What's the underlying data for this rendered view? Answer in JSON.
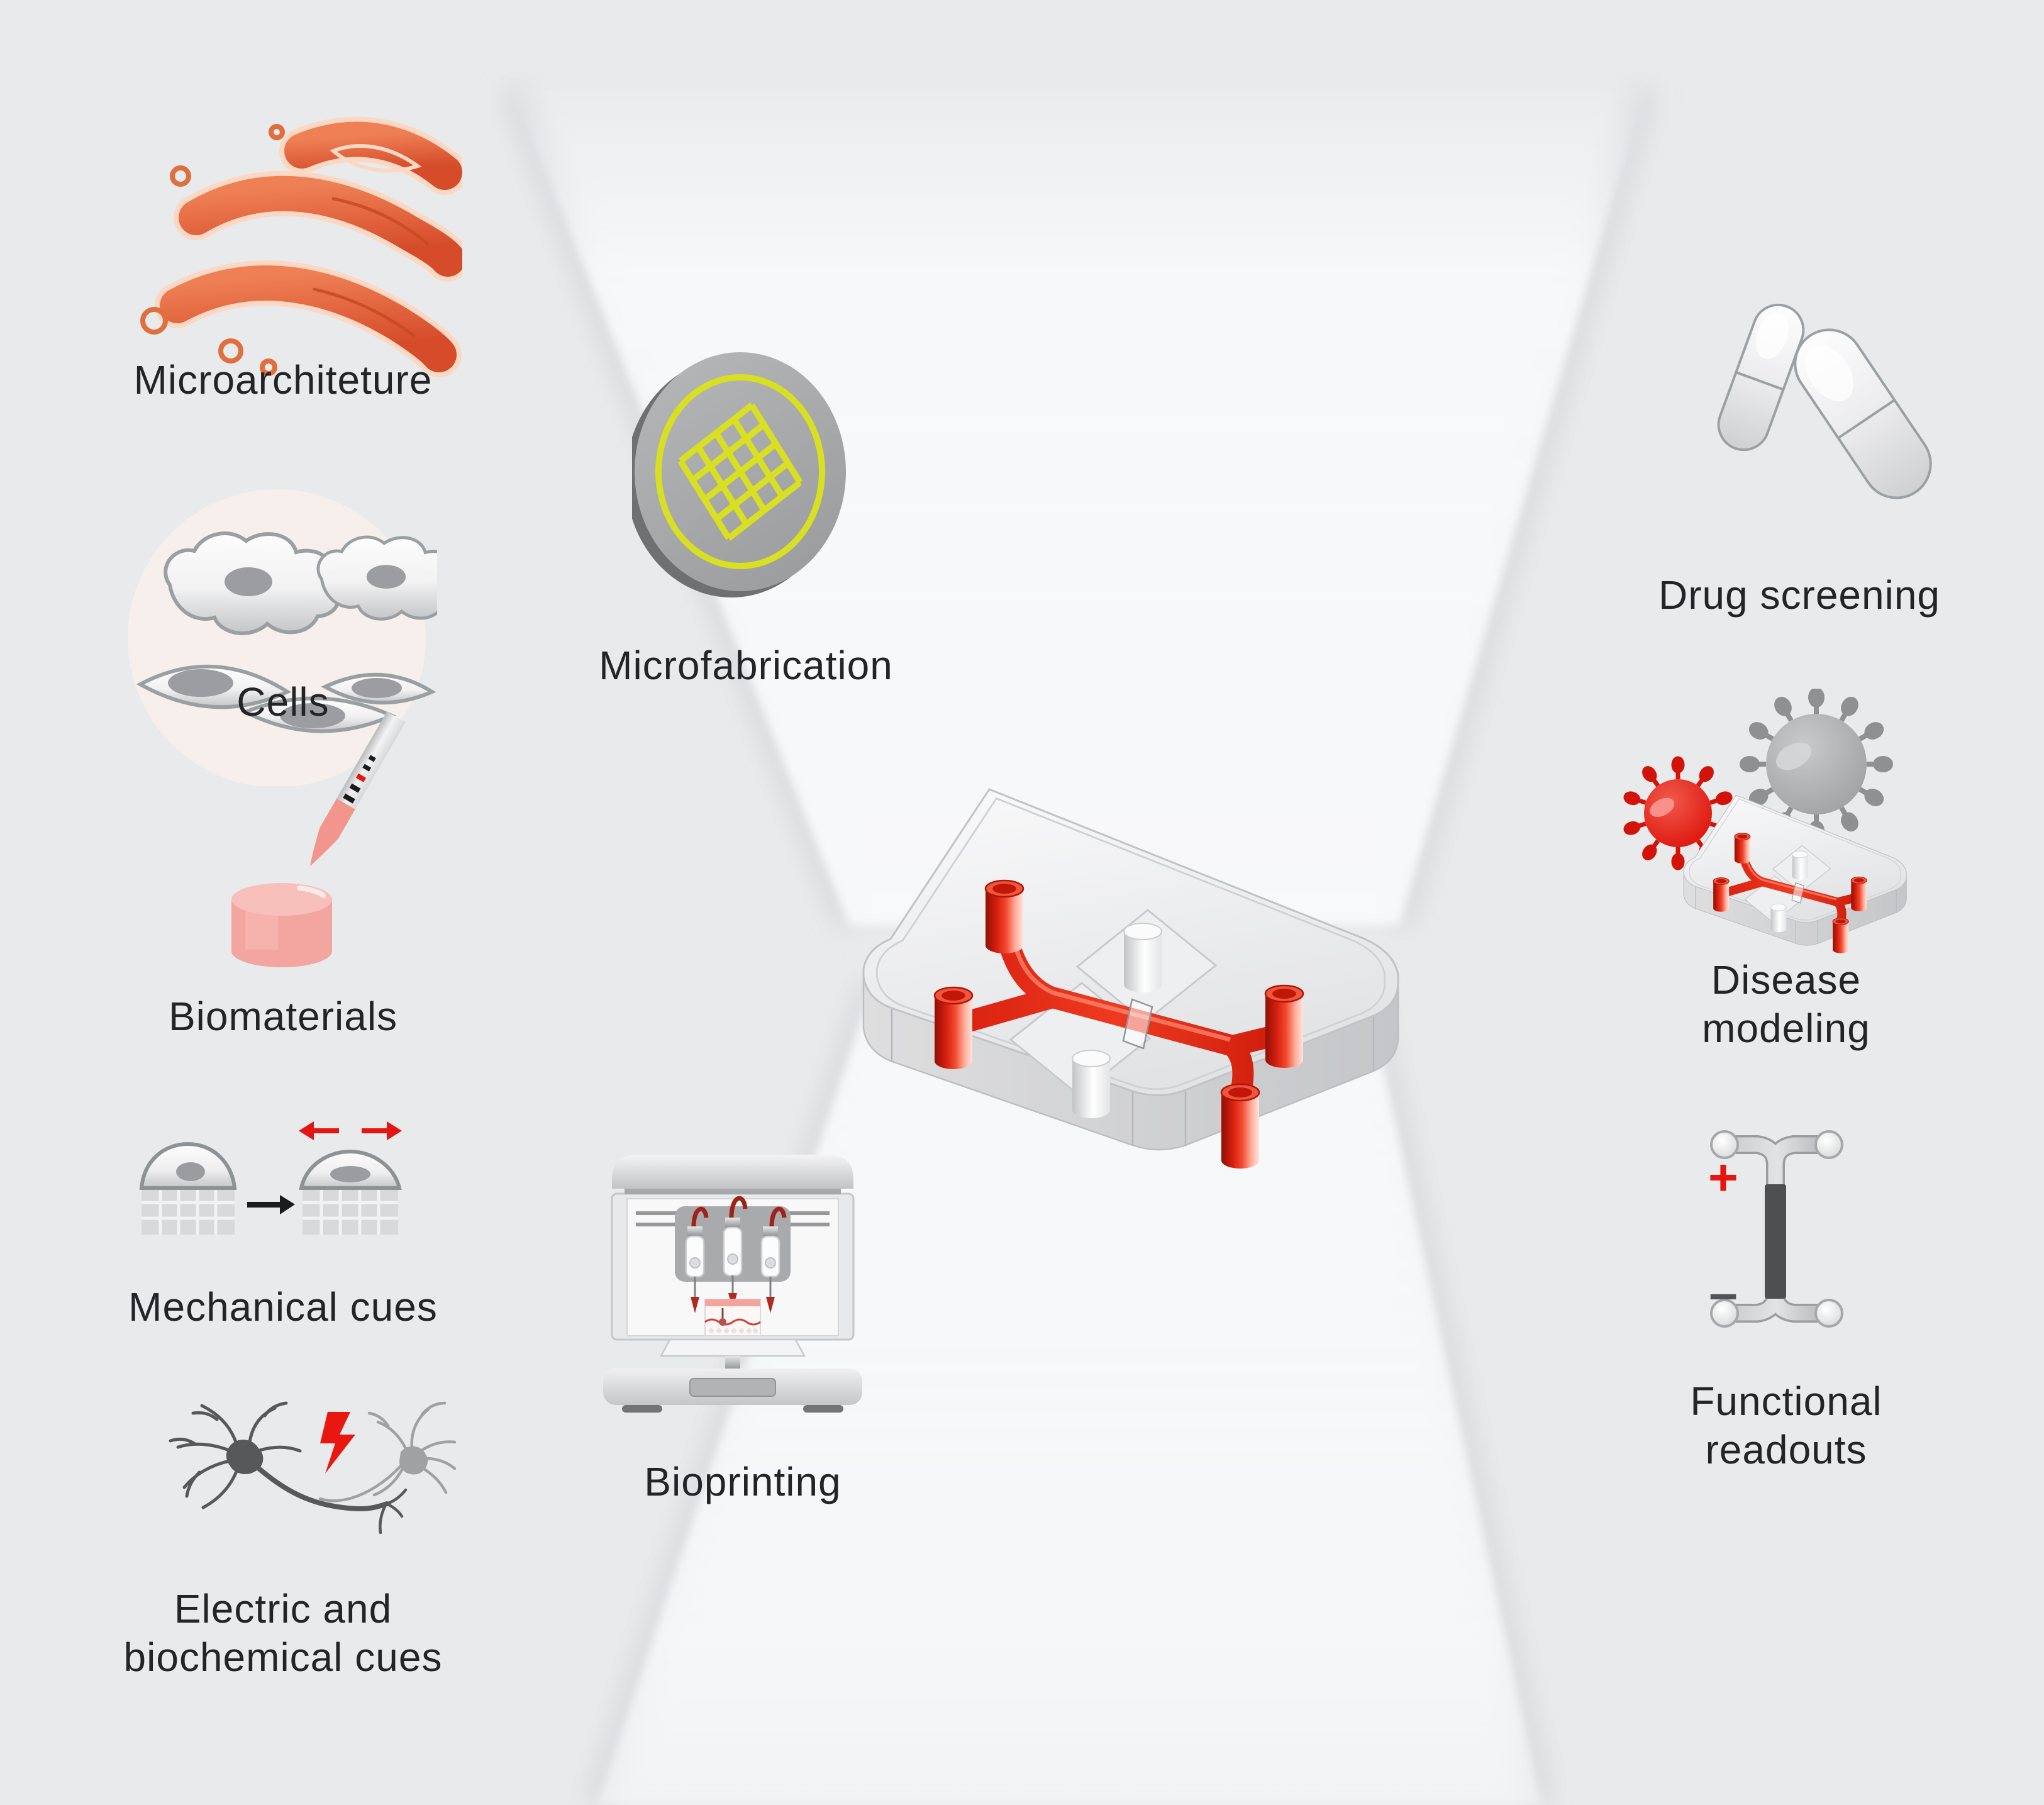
{
  "diagram": {
    "title_context": "organ-on-a-chip workflow",
    "background_color": "#e9eaec",
    "beam_color": "#f7f8fa",
    "accent_colors": {
      "red": "#e8150d",
      "orange": "#e2613a",
      "yellow_green": "#d9e021",
      "pink": "#f3a69f"
    },
    "inputs": [
      {
        "label": "Microarchiteture",
        "icon": "muscle-fibers-icon"
      },
      {
        "label": "Cells",
        "icon": "cells-icon"
      },
      {
        "label": "Biomaterials",
        "icon": "pipette-gel-icon"
      },
      {
        "label": "Mechanical cues",
        "icon": "stretched-cell-icon"
      },
      {
        "label": "Electric and biochemical cues",
        "icon": "neurons-lightning-icon"
      }
    ],
    "processes": [
      {
        "label": "Microfabrication",
        "icon": "wafer-grid-icon"
      },
      {
        "label": "Bioprinting",
        "icon": "bioprinter-icon"
      }
    ],
    "center": {
      "icon": "organ-on-chip-icon"
    },
    "applications": [
      {
        "label": "Drug screening",
        "icon": "capsules-icon"
      },
      {
        "label": "Disease modeling",
        "icon": "virus-chip-icon"
      },
      {
        "label": "Functional readouts",
        "icon": "electrode-tissue-icon"
      }
    ],
    "electrode_marks": {
      "positive": "+",
      "negative": "–"
    }
  }
}
